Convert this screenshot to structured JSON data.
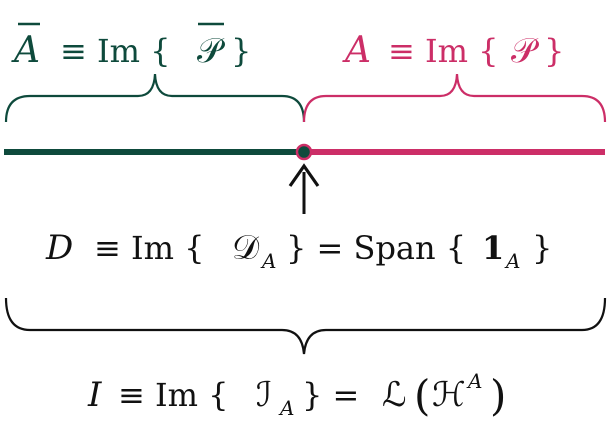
{
  "colors": {
    "complement": "#0e4a3c",
    "set": "#cc2e67",
    "text": "#111111",
    "point": "#0e4a3c",
    "point_ring": "#cc2e67"
  },
  "labels": {
    "complement": {
      "symbol": "A",
      "rest": "≡ Im {",
      "calP": "𝒫",
      "close": "}"
    },
    "set": {
      "symbol": "A",
      "rest": "≡ Im {",
      "calP": "𝒫",
      "close": "}"
    },
    "boundary": {
      "D": "D",
      "rest1": "≡ Im {",
      "calD": "𝒟",
      "subA": "A",
      "rest2": "} = Span {",
      "bold1": "𝟏",
      "subA2": "A",
      "close": "}"
    },
    "whole": {
      "I": "I",
      "rest1": "≡ Im {",
      "calI": "ℐ",
      "subA": "A",
      "rest2": "} = ",
      "calL": "ℒ",
      "open": "(",
      "calH": "ℋ",
      "supA": "A",
      "close": ")"
    }
  },
  "icons": {
    "arrow": "arrow-up-icon"
  }
}
